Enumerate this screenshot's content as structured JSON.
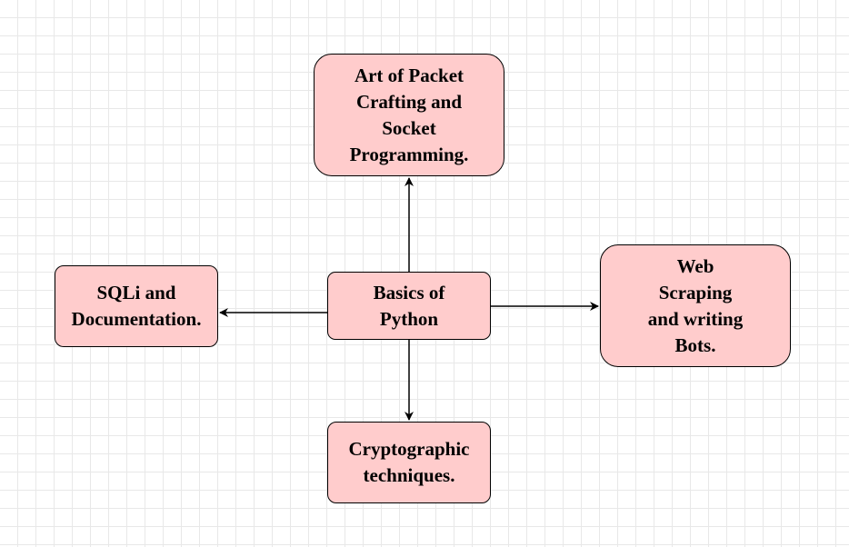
{
  "diagram": {
    "colors": {
      "node_fill": "#ffcccc",
      "node_stroke": "#000000",
      "edge": "#000000",
      "grid": "#e8e8e8"
    },
    "nodes": {
      "center": {
        "text": "Basics of\nPython"
      },
      "top": {
        "text": "Art of Packet\nCrafting and\nSocket\nProgramming."
      },
      "left": {
        "text": "SQLi and\nDocumentation."
      },
      "right": {
        "text": "Web\nScraping\nand writing\nBots."
      },
      "bottom": {
        "text": "Cryptographic\ntechniques."
      }
    },
    "edges": [
      {
        "from": "center",
        "to": "top"
      },
      {
        "from": "center",
        "to": "left"
      },
      {
        "from": "center",
        "to": "right"
      },
      {
        "from": "center",
        "to": "bottom"
      }
    ]
  }
}
